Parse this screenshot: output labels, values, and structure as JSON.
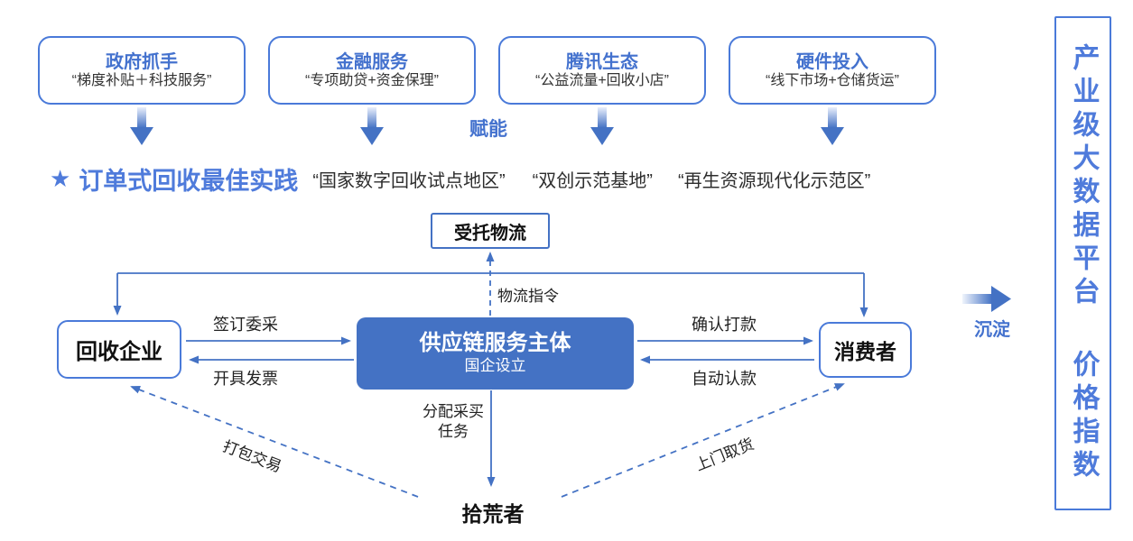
{
  "colors": {
    "accent": "#4472C4",
    "accent_border": "#4A7AD9",
    "accent_text": "#4F7BDB",
    "text_dark": "#222222"
  },
  "enablers": {
    "label": "赋能",
    "items": [
      {
        "title": "政府抓手",
        "subtitle": "“梯度补贴＋科技服务”"
      },
      {
        "title": "金融服务",
        "subtitle": "“专项助贷+资金保理”"
      },
      {
        "title": "腾讯生态",
        "subtitle": "“公益流量+回收小店”"
      },
      {
        "title": "硬件投入",
        "subtitle": "“线下市场+仓储货运”"
      }
    ]
  },
  "practice": {
    "star": "★",
    "title": "订单式回收最佳实践",
    "badges": [
      "“国家数字回收试点地区”",
      "“双创示范基地”",
      "“再生资源现代化示范区”"
    ]
  },
  "flow": {
    "logistics": "受托物流",
    "logistics_cmd": "物流指令",
    "recycler": "回收企业",
    "hub_title": "供应链服务主体",
    "hub_subtitle": "国企设立",
    "consumer": "消费者",
    "sign": "签订委采",
    "invoice": "开具发票",
    "confirm_pay": "确认打款",
    "auto_claim": "自动认款",
    "assign_line1": "分配采买",
    "assign_line2": "任务",
    "scavenger": "拾荒者",
    "pack_trade": "打包交易",
    "door_pickup": "上门取货"
  },
  "sediment": "沉淀",
  "platform": {
    "line1": "产业级大数据平台",
    "line2": "价格指数"
  }
}
